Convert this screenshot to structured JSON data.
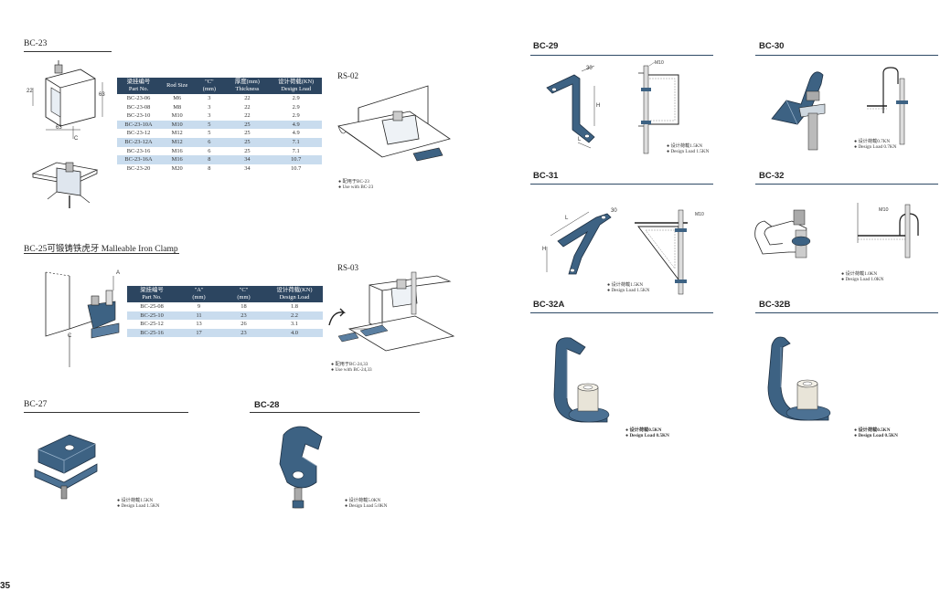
{
  "page_number": "35",
  "bc23": {
    "title": "BC-23",
    "dims": {
      "d22": "22",
      "d63a": "63",
      "d63b": "63",
      "c": "C"
    },
    "headers": [
      [
        "梁挂编号",
        "Part No."
      ],
      [
        "Rod Size",
        ""
      ],
      [
        "\"C\"",
        "(mm)"
      ],
      [
        "厚度(mm)",
        "Thickness"
      ],
      [
        "设计荷载(KN)",
        "Design Load"
      ]
    ],
    "rows": [
      [
        "BC-23-06",
        "M6",
        "3",
        "22",
        "2.9"
      ],
      [
        "BC-23-08",
        "M8",
        "3",
        "22",
        "2.9"
      ],
      [
        "BC-23-10",
        "M10",
        "3",
        "22",
        "2.9"
      ],
      [
        "BC-23-10A",
        "M10",
        "5",
        "25",
        "4.9"
      ],
      [
        "BC-23-12",
        "M12",
        "5",
        "25",
        "4.9"
      ],
      [
        "BC-23-12A",
        "M12",
        "6",
        "25",
        "7.1"
      ],
      [
        "BC-23-16",
        "M16",
        "6",
        "25",
        "7.1"
      ],
      [
        "BC-23-16A",
        "M16",
        "8",
        "34",
        "10.7"
      ],
      [
        "BC-23-20",
        "M20",
        "8",
        "34",
        "10.7"
      ]
    ],
    "highlight_rows": [
      3,
      5,
      7
    ]
  },
  "rs02": {
    "title": "RS-02",
    "note_cn": "配用于BC-23",
    "note_en": "Use with BC-23"
  },
  "bc25": {
    "title": "BC-25可锻铸铁虎牙  Malleable Iron Clamp",
    "dims": {
      "a": "A",
      "c": "C"
    },
    "headers": [
      [
        "梁挂编号",
        "Part No."
      ],
      [
        "\"A\"",
        "(mm)"
      ],
      [
        "\"C\"",
        "(mm)"
      ],
      [
        "设计荷载(KN)",
        "Design Load"
      ]
    ],
    "rows": [
      [
        "BC-25-08",
        "9",
        "18",
        "1.8"
      ],
      [
        "BC-25-10",
        "11",
        "23",
        "2.2"
      ],
      [
        "BC-25-12",
        "13",
        "26",
        "3.1"
      ],
      [
        "BC-25-16",
        "17",
        "23",
        "4.0"
      ]
    ],
    "highlight_rows": [
      1,
      3
    ]
  },
  "rs03": {
    "title": "RS-03",
    "note_cn": "配用于BC-24,33",
    "note_en": "Use with BC-24,33"
  },
  "bc27": {
    "title": "BC-27",
    "note_cn": "设计荷载1.5KN",
    "note_en": "Design Load 1.5KN"
  },
  "bc28": {
    "title": "BC-28",
    "note_cn": "设计荷载5.0KN",
    "note_en": "Design Load 5.0KN"
  },
  "bc29": {
    "title": "BC-29",
    "dims": {
      "w": "30",
      "h": "H",
      "l": "L",
      "rod": "M10"
    },
    "note_cn": "设计荷载1.5KN",
    "note_en": "Design Load 1.5KN"
  },
  "bc30": {
    "title": "BC-30",
    "note_cn": "设计荷载0.7KN",
    "note_en": "Design Load 0.7KN"
  },
  "bc31": {
    "title": "BC-31",
    "dims": {
      "w": "30",
      "h": "H",
      "l": "L",
      "rod": "M10"
    },
    "note_cn": "设计荷载1.5KN",
    "note_en": "Design Load 1.5KN"
  },
  "bc32": {
    "title": "BC-32",
    "dims": {
      "rod": "M10"
    },
    "note_cn": "设计荷载1.0KN",
    "note_en": "Design Load 1.0KN"
  },
  "bc32a": {
    "title": "BC-32A",
    "note_cn": "设计荷载0.5KN",
    "note_en": "Design Load 0.5KN"
  },
  "bc32b": {
    "title": "BC-32B",
    "note_cn": "设计荷载0.5KN",
    "note_en": "Design Load 0.5KN"
  },
  "colors": {
    "steel": "#3d6283",
    "steel_light": "#6e90b0",
    "table_head": "#2c4560",
    "row_highlight": "#c9dcee"
  }
}
